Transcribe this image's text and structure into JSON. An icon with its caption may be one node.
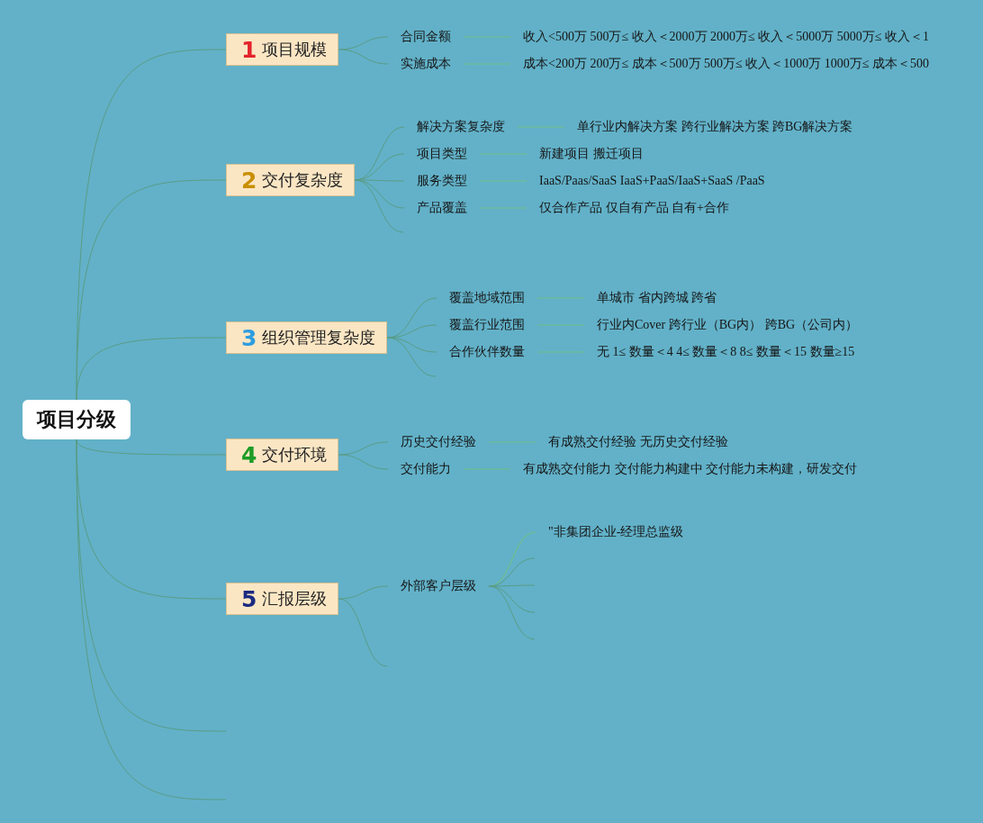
{
  "diagram": {
    "nodes": [
      {
        "text": [
          "项目分级"
        ]
      },
      {
        "text": [
          "1",
          "项目规模"
        ]
      },
      {
        "text": [
          "合同金额"
        ]
      },
      {
        "text": [
          "收入<500万 500万≤ 收入＜2000万 2000万≤ 收入＜5000万 5000万≤ 收入＜1"
        ]
      },
      {
        "text": [
          "实施成本"
        ]
      },
      {
        "text": [
          "成本<200万 200万≤ 成本＜500万 500万≤ 收入＜1000万 1000万≤ 成本＜500"
        ]
      },
      {
        "text": [
          "2",
          "交付复杂度"
        ]
      },
      {
        "text": [
          "解决方案复杂度"
        ]
      },
      {
        "text": [
          "单行业内解决方案 跨行业解决方案 跨BG解决方案"
        ]
      },
      {
        "text": [
          "项目类型"
        ]
      },
      {
        "text": [
          "新建项目 搬迁项目"
        ]
      },
      {
        "text": [
          "服务类型"
        ]
      },
      {
        "text": [
          "IaaS/Paas/SaaS IaaS+PaaS/IaaS+SaaS /PaaS"
        ]
      },
      {
        "text": [
          "产品覆盖"
        ]
      },
      {
        "text": [
          "仅合作产品 仅自有产品 自有+合作"
        ]
      },
      {
        "text": [
          "3",
          "组织管理复杂度"
        ]
      },
      {
        "text": [
          "覆盖地域范围"
        ]
      },
      {
        "text": [
          "单城市 省内跨城 跨省"
        ]
      },
      {
        "text": [
          "覆盖行业范围"
        ]
      },
      {
        "text": [
          "行业内Cover 跨行业（BG内） 跨BG（公司内）"
        ]
      },
      {
        "text": [
          "合作伙伴数量"
        ]
      },
      {
        "text": [
          "无 1≤ 数量＜4 4≤ 数量＜8 8≤ 数量＜15 数量≥15"
        ]
      },
      {
        "text": [
          "4",
          "交付环境"
        ]
      },
      {
        "text": [
          "历史交付经验"
        ]
      },
      {
        "text": [
          "有成熟交付经验 无历史交付经验"
        ]
      },
      {
        "text": [
          "交付能力"
        ]
      },
      {
        "text": [
          "有成熟交付能力 交付能力构建中 交付能力未构建，研发交付"
        ]
      },
      {
        "text": [
          "5",
          "汇报层级"
        ]
      },
      {
        "text": [
          "外部客户层级"
        ]
      },
      {
        "text": [
          "\"非集团企业-经理总监级"
        ]
      }
    ],
    "edges": [
      {
        "from": 0,
        "to": 1,
        "arrow": "none"
      },
      {
        "from": 0,
        "to": 6,
        "arrow": "none"
      },
      {
        "from": 0,
        "to": 15,
        "arrow": "none"
      },
      {
        "from": 0,
        "to": 22,
        "arrow": "none"
      },
      {
        "from": 0,
        "to": 27,
        "arrow": "none"
      },
      {
        "from": 0,
        "to": null,
        "arrow": "none"
      },
      {
        "from": 0,
        "to": null,
        "arrow": "none"
      },
      {
        "from": 1,
        "to": 2,
        "arrow": "none"
      },
      {
        "from": 2,
        "to": 3,
        "arrow": "none"
      },
      {
        "from": 1,
        "to": 4,
        "arrow": "none"
      },
      {
        "from": 4,
        "to": 5,
        "arrow": "none"
      },
      {
        "from": 6,
        "to": 7,
        "arrow": "none"
      },
      {
        "from": 7,
        "to": 8,
        "arrow": "none"
      },
      {
        "from": 6,
        "to": 9,
        "arrow": "none"
      },
      {
        "from": 9,
        "to": 10,
        "arrow": "none"
      },
      {
        "from": 6,
        "to": 11,
        "arrow": "none"
      },
      {
        "from": 11,
        "to": 12,
        "arrow": "none"
      },
      {
        "from": 6,
        "to": 13,
        "arrow": "none"
      },
      {
        "from": 13,
        "to": 14,
        "arrow": "none"
      },
      {
        "from": 6,
        "to": null,
        "arrow": "none"
      },
      {
        "from": 15,
        "to": 16,
        "arrow": "none"
      },
      {
        "from": 16,
        "to": 17,
        "arrow": "none"
      },
      {
        "from": 15,
        "to": 18,
        "arrow": "none"
      },
      {
        "from": 18,
        "to": 19,
        "arrow": "none"
      },
      {
        "from": 15,
        "to": 20,
        "arrow": "none"
      },
      {
        "from": 20,
        "to": 21,
        "arrow": "none"
      },
      {
        "from": 15,
        "to": null,
        "arrow": "none"
      },
      {
        "from": 22,
        "to": 23,
        "arrow": "none"
      },
      {
        "from": 23,
        "to": 24,
        "arrow": "none"
      },
      {
        "from": 22,
        "to": 25,
        "arrow": "none"
      },
      {
        "from": 25,
        "to": 26,
        "arrow": "none"
      },
      {
        "from": 27,
        "to": 28,
        "arrow": "none"
      },
      {
        "from": 27,
        "to": null,
        "arrow": "none"
      },
      {
        "from": 28,
        "to": 29,
        "arrow": "none"
      },
      {
        "from": 28,
        "to": null,
        "arrow": "none"
      },
      {
        "from": 28,
        "to": null,
        "arrow": "none"
      },
      {
        "from": 28,
        "to": null,
        "arrow": "none"
      },
      {
        "from": 28,
        "to": null,
        "arrow": "none"
      }
    ]
  }
}
